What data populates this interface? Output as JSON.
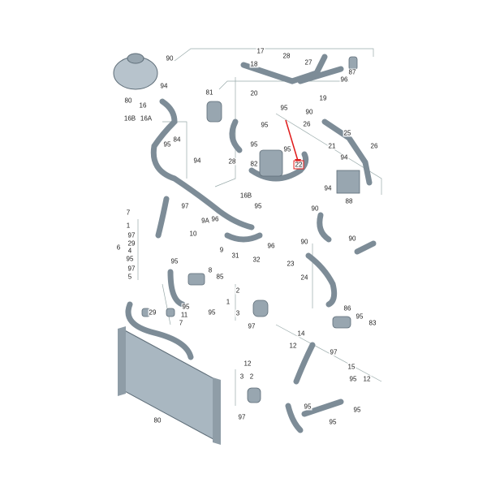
{
  "diagram": {
    "title": "",
    "highlight_color": "#e01b1b",
    "part_color": "#8a9aa6",
    "highlighted_part": "22",
    "labels": [
      "90",
      "80",
      "94",
      "16",
      "16B",
      "16A",
      "95",
      "84",
      "94",
      "81",
      "28",
      "95",
      "95",
      "82",
      "95",
      "22",
      "17",
      "18",
      "28",
      "27",
      "87",
      "96",
      "20",
      "19",
      "95",
      "90",
      "26",
      "25",
      "21",
      "26",
      "94",
      "94",
      "88",
      "16B",
      "9A",
      "97",
      "96",
      "95",
      "96",
      "7",
      "1",
      "97",
      "29",
      "6",
      "4",
      "95",
      "97",
      "5",
      "95",
      "10",
      "9",
      "31",
      "32",
      "8",
      "85",
      "95",
      "95",
      "11",
      "29",
      "7",
      "2",
      "1",
      "3",
      "97",
      "80",
      "12",
      "3",
      "2",
      "97",
      "90",
      "90",
      "90",
      "23",
      "24",
      "86",
      "95",
      "83",
      "97",
      "14",
      "12",
      "15",
      "95",
      "12",
      "95",
      "95",
      "95"
    ]
  }
}
